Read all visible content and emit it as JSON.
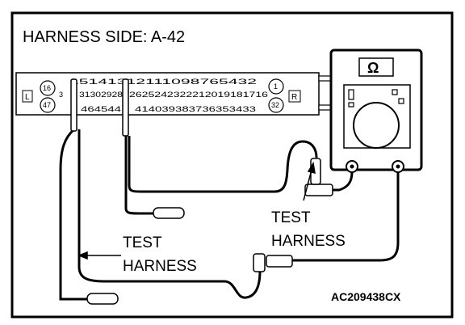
{
  "title": "HARNESS SIDE: A-42",
  "code": "AC209438CX",
  "test_harness_right": [
    "TEST",
    "HARNESS"
  ],
  "test_harness_left": [
    "TEST",
    "HARNESS"
  ],
  "meter_symbol": "Ω",
  "connector": {
    "left_marker": "L",
    "right_marker": "R",
    "left_pins": [
      "16",
      "47"
    ],
    "right_pins": [
      "1",
      "32"
    ],
    "top_row": "15141312111098765432",
    "middle_row_left": "3",
    "middle_row": "31302928",
    "middle_row_right": "2625242322212019181716",
    "bottom_row": "464544",
    "bottom_row_right": "414039383736353433"
  }
}
